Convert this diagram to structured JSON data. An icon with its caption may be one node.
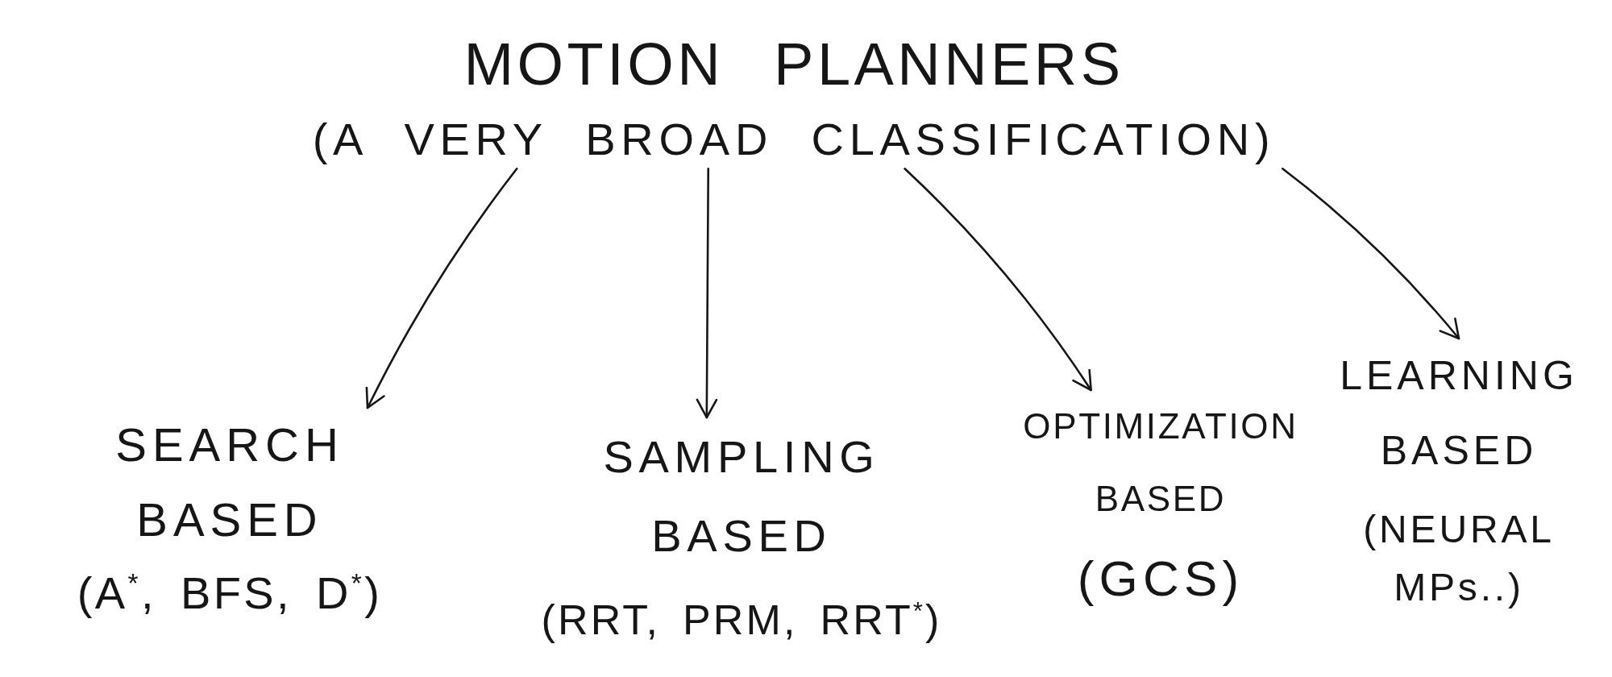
{
  "diagram": {
    "nodes": [
      {
        "text": [
          "MOTION PLANNERS",
          "(A VERY BROAD CLASSIFICATION)"
        ]
      },
      {
        "text": [
          "SEARCH BASED",
          "(A$^{*}$, BFS, D$^{*}$)"
        ]
      },
      {
        "text": [
          "SAMPLING BASED",
          "(RRT, PRM, RRT$^{*}$)"
        ]
      },
      {
        "text": [
          "OPTIMIZATION BASED",
          "(GCS)"
        ]
      },
      {
        "text": [
          "LEARNING BASED",
          "(NEURAL MPs..)"
        ]
      }
    ],
    "edges": [
      {
        "from": 0,
        "to": 1,
        "arrow": "to"
      },
      {
        "from": 0,
        "to": 2,
        "arrow": "to"
      },
      {
        "from": 0,
        "to": 3,
        "arrow": "to"
      },
      {
        "from": 0,
        "to": 4,
        "arrow": "to"
      }
    ]
  }
}
